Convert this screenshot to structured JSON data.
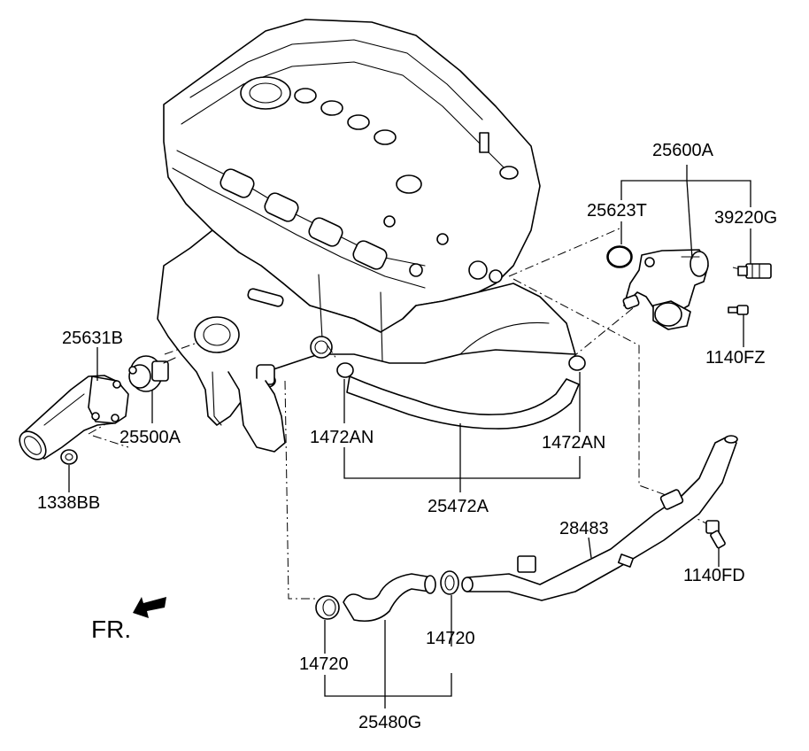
{
  "labels": {
    "p25600A": "25600A",
    "p25623T": "25623T",
    "p39220G": "39220G",
    "p1140FZ": "1140FZ",
    "p25631B": "25631B",
    "p25500A": "25500A",
    "p1338BB": "1338BB",
    "p1472AN_left": "1472AN",
    "p1472AN_right": "1472AN",
    "p25472A": "25472A",
    "p28483": "28483",
    "p1140FD": "1140FD",
    "p14720_left": "14720",
    "p14720_right": "14720",
    "p25480G": "25480G",
    "front_marker": "FR."
  },
  "colors": {
    "line": "#000000",
    "background": "#ffffff"
  }
}
